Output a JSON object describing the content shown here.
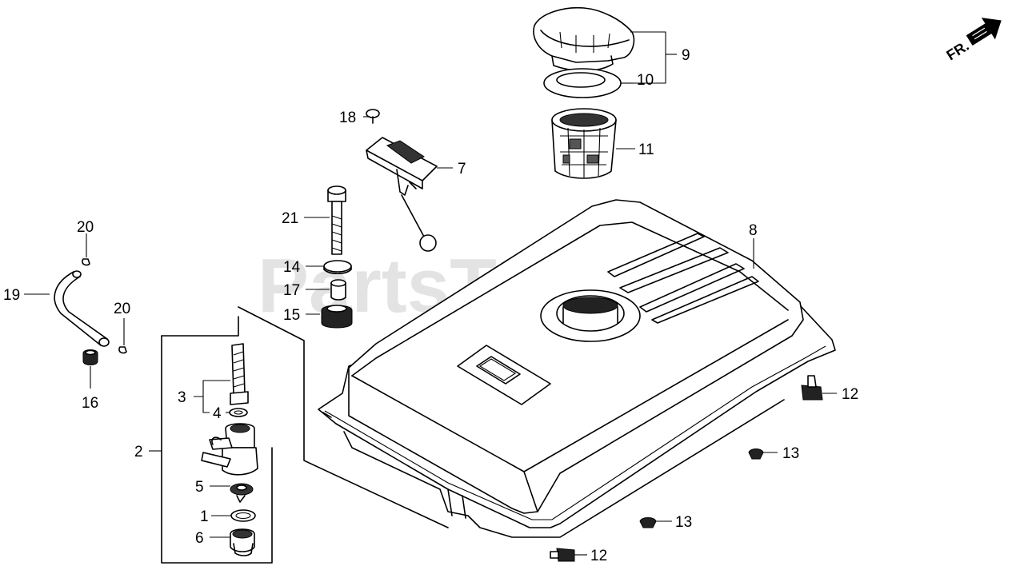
{
  "watermark": "PartsTree",
  "direction_marker": "FR.",
  "callouts": [
    {
      "id": "c9",
      "text": "9"
    },
    {
      "id": "c10",
      "text": "10"
    },
    {
      "id": "c11",
      "text": "11"
    },
    {
      "id": "c18",
      "text": "18"
    },
    {
      "id": "c7",
      "text": "7"
    },
    {
      "id": "c8",
      "text": "8"
    },
    {
      "id": "c21",
      "text": "21"
    },
    {
      "id": "c14",
      "text": "14"
    },
    {
      "id": "c17",
      "text": "17"
    },
    {
      "id": "c15",
      "text": "15"
    },
    {
      "id": "c20a",
      "text": "20"
    },
    {
      "id": "c19",
      "text": "19"
    },
    {
      "id": "c20b",
      "text": "20"
    },
    {
      "id": "c16",
      "text": "16"
    },
    {
      "id": "c3",
      "text": "3"
    },
    {
      "id": "c4",
      "text": "4"
    },
    {
      "id": "c2",
      "text": "2"
    },
    {
      "id": "c5",
      "text": "5"
    },
    {
      "id": "c1",
      "text": "1"
    },
    {
      "id": "c6",
      "text": "6"
    },
    {
      "id": "c12a",
      "text": "12"
    },
    {
      "id": "c13a",
      "text": "13"
    },
    {
      "id": "c13b",
      "text": "13"
    },
    {
      "id": "c12b",
      "text": "12"
    }
  ]
}
